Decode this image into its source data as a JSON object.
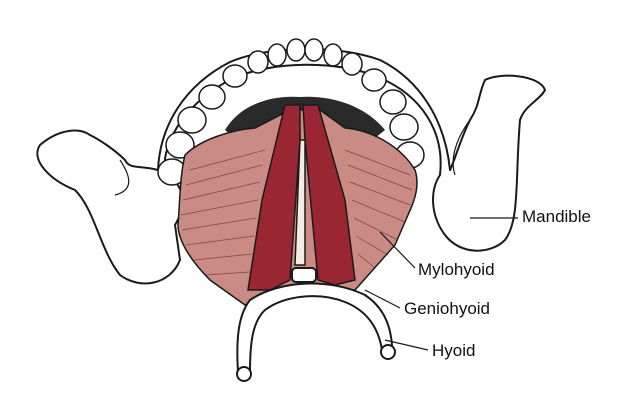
{
  "figure": {
    "labels": {
      "mandible": "Mandible",
      "mylohyoid": "Mylohyoid",
      "geniohyoid": "Geniohyoid",
      "hyoid": "Hyoid"
    },
    "colors": {
      "mylohyoid": "#c98b84",
      "geniohyoid": "#9b2633",
      "bone": "#ffffff",
      "outline": "#1a1a1a"
    }
  }
}
